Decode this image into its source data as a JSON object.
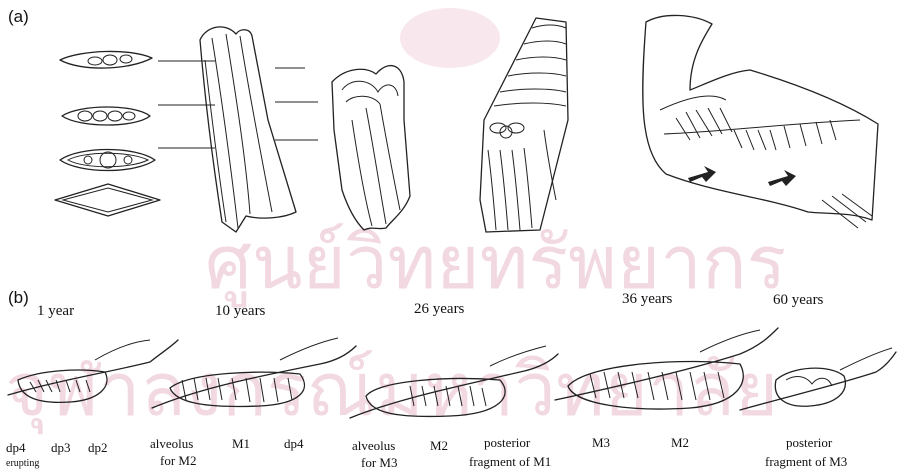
{
  "panels": {
    "a": "(a)",
    "b": "(b)"
  },
  "ages": [
    "1 year",
    "10 years",
    "26 years",
    "36 years",
    "60 years"
  ],
  "tooth_labels": [
    {
      "line1": "dp4",
      "line2": "erupting",
      "small2": true
    },
    {
      "line1": "dp3",
      "line2": ""
    },
    {
      "line1": "dp2",
      "line2": ""
    },
    {
      "line1": "alveolus",
      "line2": "for M2"
    },
    {
      "line1": "M1",
      "line2": ""
    },
    {
      "line1": "dp4",
      "line2": ""
    },
    {
      "line1": "alveolus",
      "line2": "for M3"
    },
    {
      "line1": "M2",
      "line2": ""
    },
    {
      "line1": "posterior",
      "line2": "fragment of M1"
    },
    {
      "line1": "M3",
      "line2": ""
    },
    {
      "line1": "M2",
      "line2": ""
    },
    {
      "line1": "posterior",
      "line2": "fragment of M3"
    }
  ],
  "colors": {
    "ink": "#222222",
    "watermark": "#e8b9c8",
    "background": "#ffffff"
  }
}
